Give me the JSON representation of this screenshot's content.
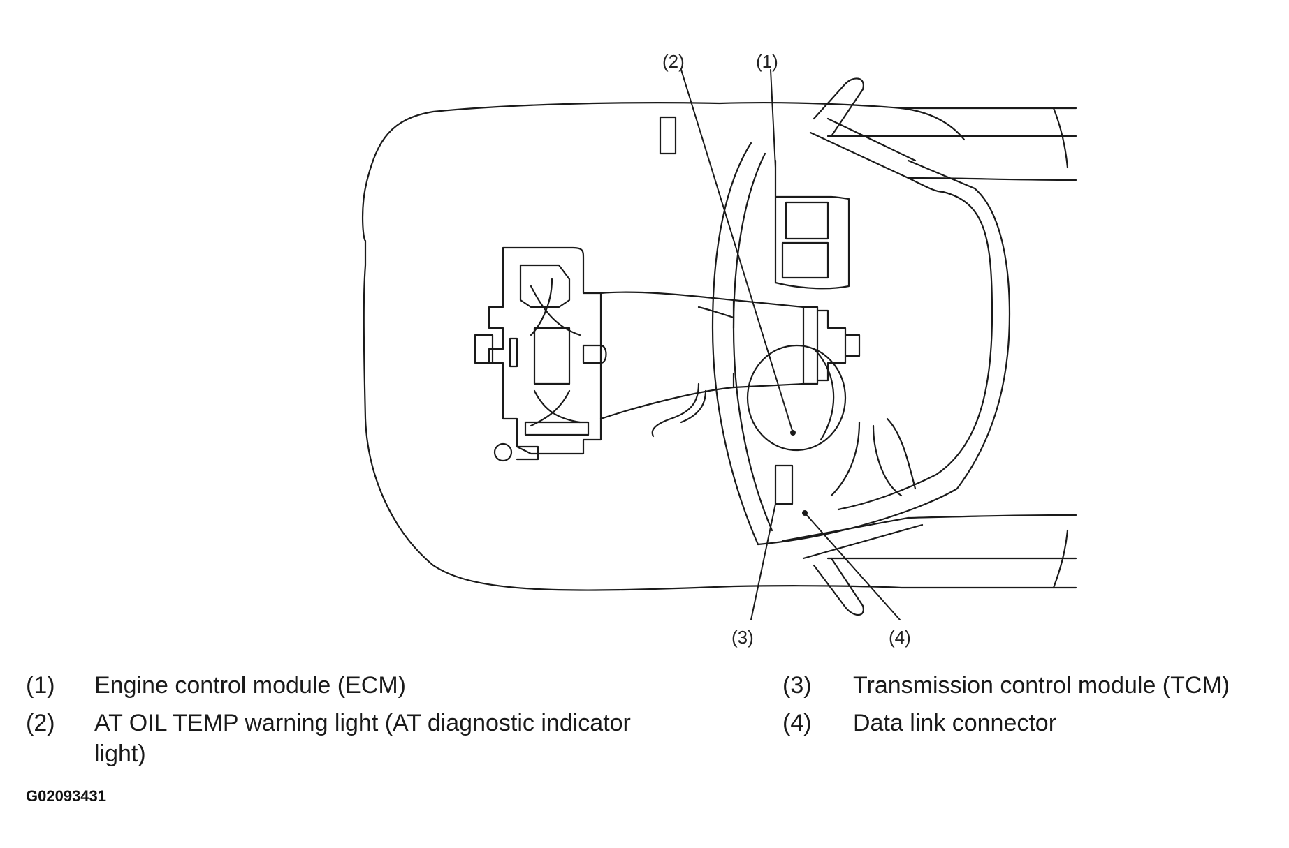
{
  "diagram": {
    "callouts": [
      {
        "num": "(1)",
        "label": "Engine control module (ECM)"
      },
      {
        "num": "(2)",
        "label": "AT OIL TEMP warning light (AT diagnostic indicator light)"
      },
      {
        "num": "(3)",
        "label": "Transmission control module (TCM)"
      },
      {
        "num": "(4)",
        "label": "Data link connector"
      }
    ]
  },
  "legend": [
    {
      "num": "(1)",
      "label": "Engine control module (ECM)"
    },
    {
      "num": "(2)",
      "label": "AT OIL TEMP warning light (AT diagnostic indicator",
      "label_cont": "light)"
    },
    {
      "num": "(3)",
      "label": "Transmission control module (TCM)"
    },
    {
      "num": "(4)",
      "label": "Data link connector"
    }
  ],
  "figure_id": "G02093431"
}
